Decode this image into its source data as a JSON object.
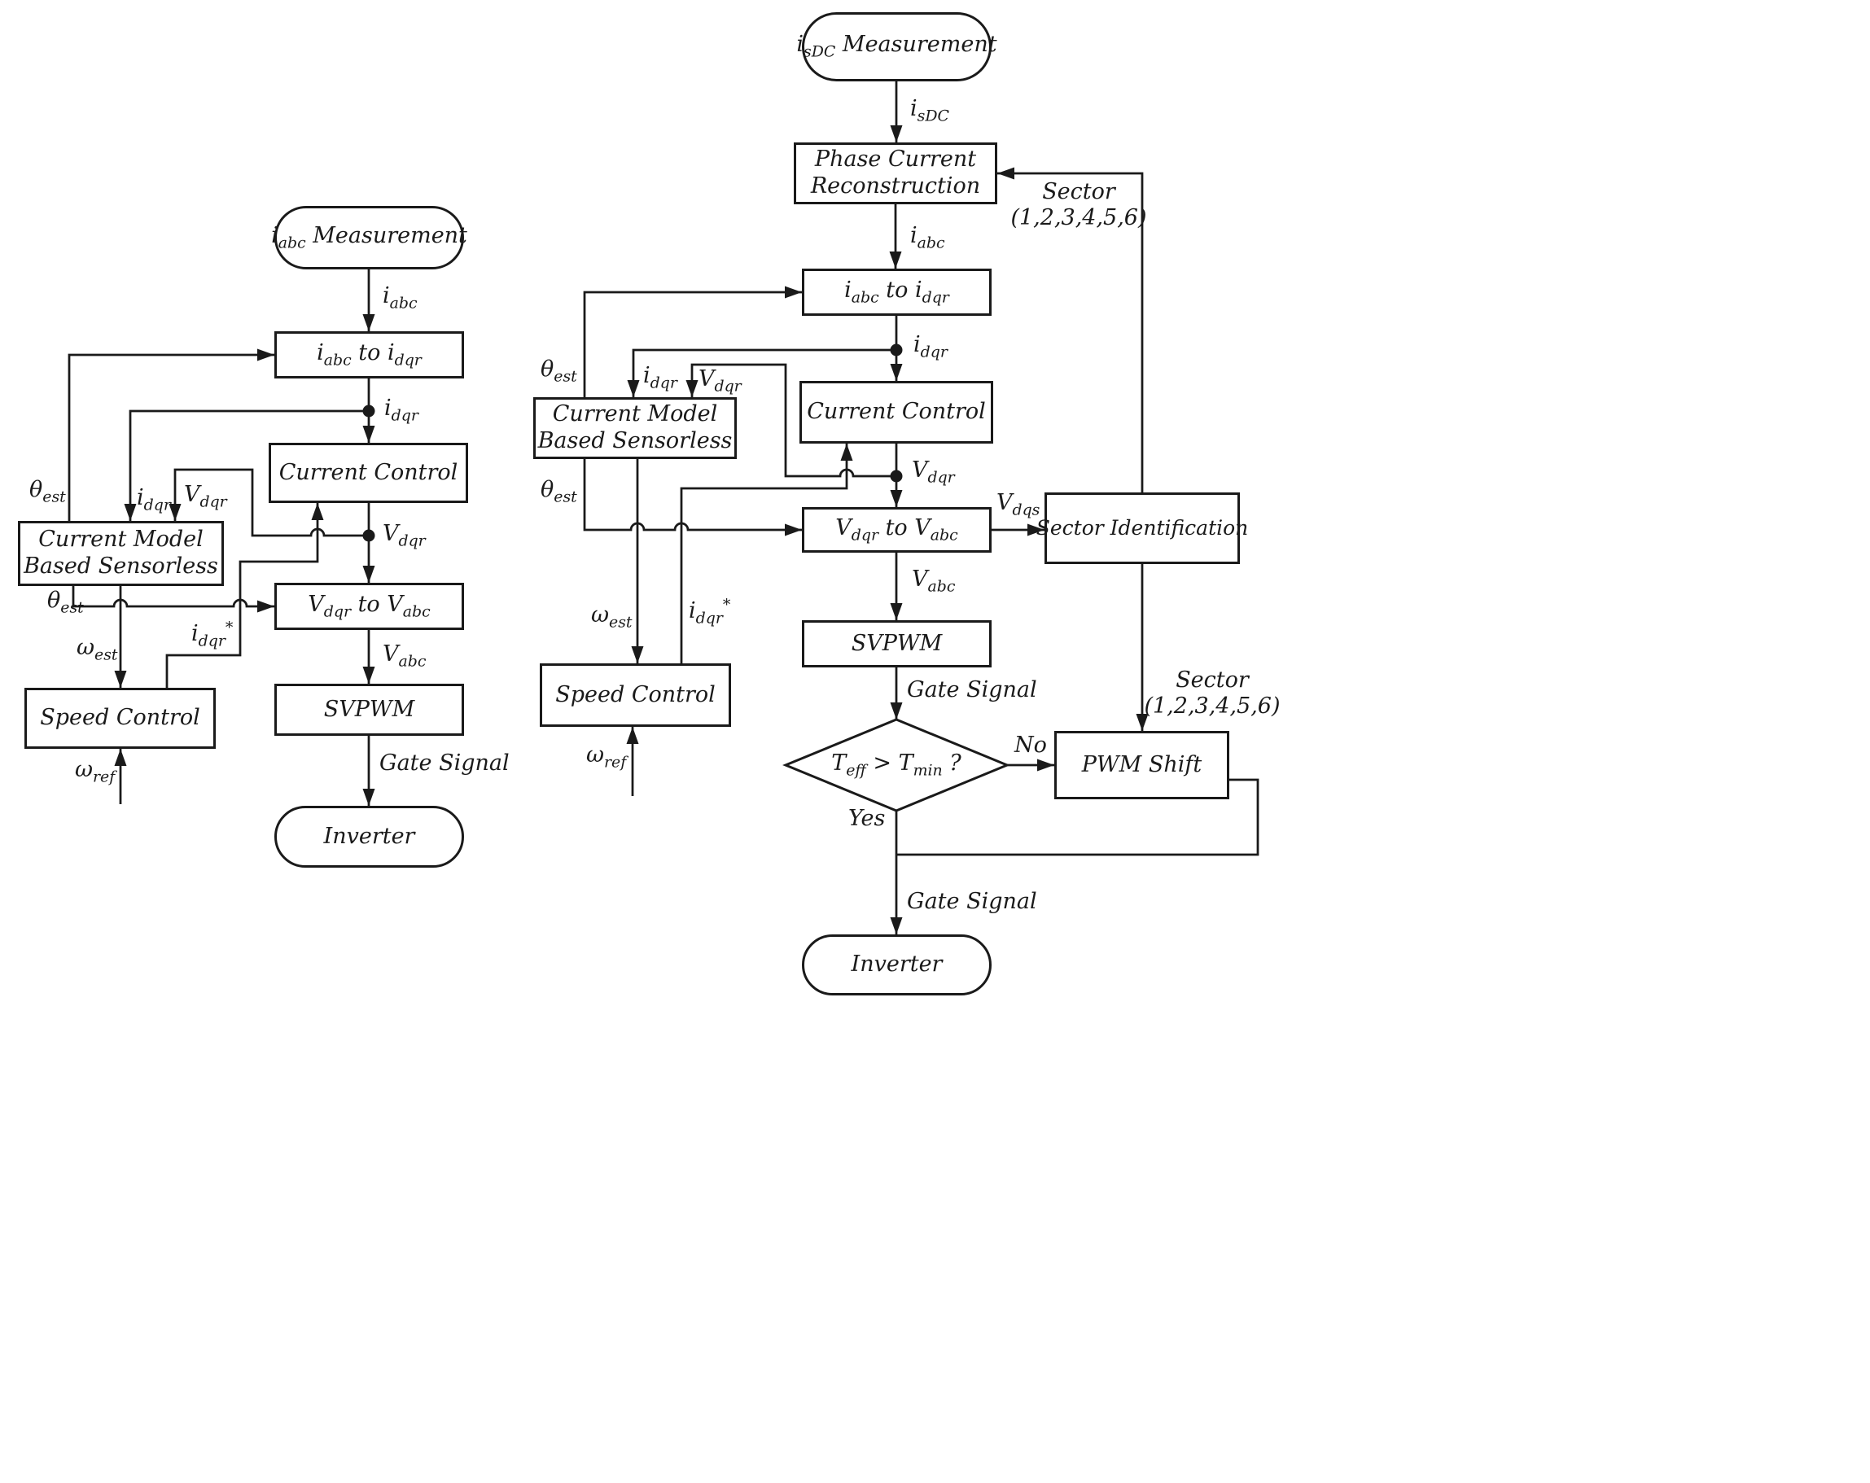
{
  "colors": {
    "ink": "#1a1a1a",
    "background": "#ffffff"
  },
  "left": {
    "nodes": {
      "measurement": "i_{abc} Measurement",
      "abc_to_dqr": "i_{abc} to i_{dqr}",
      "current_control": "Current Control",
      "dqr_to_abc": "V_{dqr} to V_{abc}",
      "svpwm": "SVPWM",
      "inverter": "Inverter",
      "sensorless_line1": "Current Model",
      "sensorless_line2": "Based Sensorless",
      "speed_control": "Speed Control"
    },
    "labels": {
      "i_abc": "i_{abc}",
      "i_dqr": "i_{dqr}",
      "v_dqr": "V_{dqr}",
      "v_abc": "V_{abc}",
      "gate_signal": "Gate Signal",
      "theta_est_top": "θ_{est}",
      "i_dqr_fb": "i_{dqr}",
      "v_dqr_fb": "V_{dqr}",
      "theta_est_bottom": "θ_{est}",
      "omega_est": "ω_{est}",
      "omega_ref": "ω_{ref}",
      "i_dqr_ref": "i_{dqr}^{*}"
    }
  },
  "right": {
    "nodes": {
      "measurement": "i_{sDC} Measurement",
      "reconstruction_line1": "Phase Current",
      "reconstruction_line2": "Reconstruction",
      "abc_to_dqr": "i_{abc} to i_{dqr}",
      "current_control": "Current Control",
      "dqr_to_abc": "V_{dqr} to V_{abc}",
      "svpwm": "SVPWM",
      "decision": "T_{eff} > T_{min} ?",
      "pwm_shift": "PWM Shift",
      "inverter": "Inverter",
      "sector_identification": "Sector Identification",
      "sensorless_line1": "Current Model",
      "sensorless_line2": "Based Sensorless",
      "speed_control": "Speed Control"
    },
    "labels": {
      "i_sdc": "i_{sDC}",
      "i_abc": "i_{abc}",
      "i_dqr": "i_{dqr}",
      "v_dqr": "V_{dqr}",
      "v_abc": "V_{abc}",
      "gate_signal_top": "Gate Signal",
      "gate_signal_bottom": "Gate Signal",
      "v_dqs": "V_{dqs}",
      "no": "No",
      "yes": "Yes",
      "sector_top_line1": "Sector",
      "sector_top_line2": "(1,2,3,4,5,6)",
      "sector_bottom_line1": "Sector",
      "sector_bottom_line2": "(1,2,3,4,5,6)",
      "theta_est_top": "θ_{est}",
      "i_dqr_fb": "i_{dqr}",
      "v_dqr_fb": "V_{dqr}",
      "theta_est_bottom": "θ_{est}",
      "omega_est": "ω_{est}",
      "i_dqr_ref": "i_{dqr}^{*}",
      "omega_ref": "ω_{ref}"
    }
  }
}
